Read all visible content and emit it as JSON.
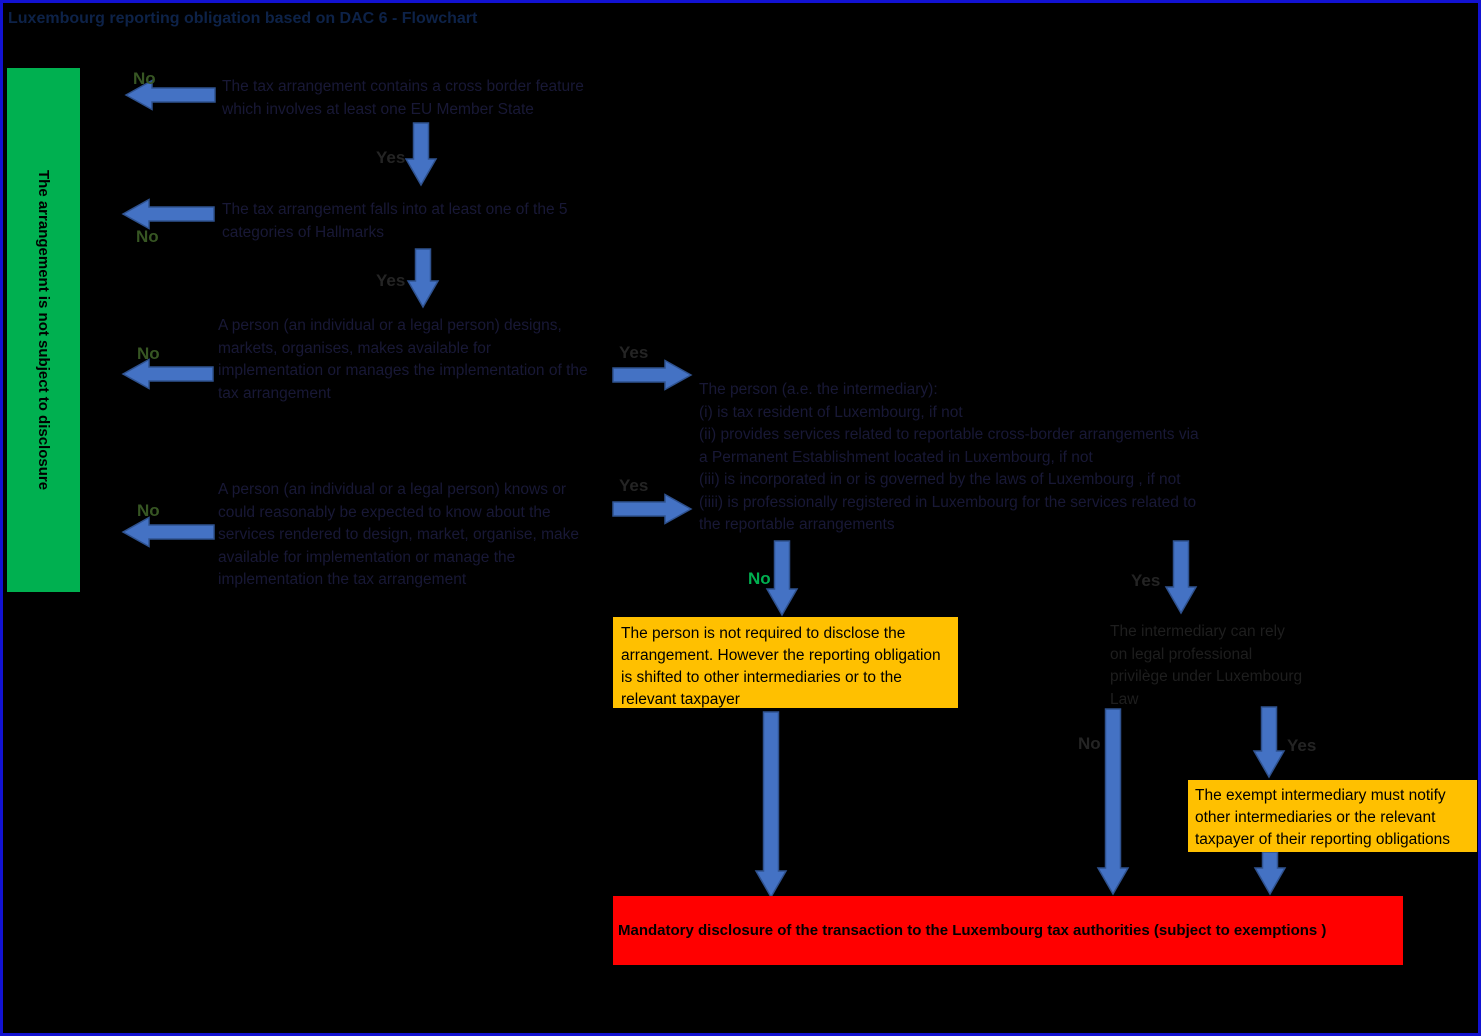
{
  "title": "Luxembourg reporting obligation based on DAC 6 - Flowchart",
  "labels": {
    "yes": "Yes",
    "no": "No"
  },
  "sidebar": {
    "text": "The arrangement is not subject to disclosure"
  },
  "steps": [
    "The tax arrangement contains a cross border feature\nwhich involves at least one EU Member State",
    "The tax arrangement falls into at least one of the 5\ncategories of Hallmarks",
    "A person (an individual or a legal person) designs,\nmarkets, organises, makes available for\nimplementation or manages the implementation of the\ntax arrangement",
    "A person (an individual or a legal person) knows or\ncould reasonably be expected to know about the\nservices rendered to design, market, organise, make\navailable for implementation or manage the\nimplementation the tax arrangement"
  ],
  "intermediary": {
    "criteria": "The person (a.e. the intermediary):\n(i) is tax resident of Luxembourg, if not\n(ii) provides services related to reportable cross-border arrangements via\na Permanent Establishment located in Luxembourg, if not\n(iii) is incorporated in or is governed by the laws of Luxembourg , if not\n(iiii) is professionally registered in Luxembourg  for the services related to\nthe reportable arrangements",
    "privilege": "The intermediary can rely\non legal professional\nprivilège under Luxembourg\nLaw"
  },
  "outcomes": {
    "not_required": "The person is  not required to disclose the\narrangement. However the reporting obligation\nis shifted to other intermediaries or to the\nrelevant taxpayer",
    "notify": "The exempt intermediary must notify\nother intermediaries or the relevant\ntaxpayer of their reporting obligations",
    "mandatory": "Mandatory disclosure of the transaction to the Luxembourg tax authorities (subject to exemptions )"
  },
  "colors": {
    "background": "#000000",
    "border_blue": "#1212d2",
    "green_box": "#00b050",
    "orange_box": "#ffc000",
    "red_box": "#ff0000",
    "arrow_fill": "#4472c4",
    "arrow_stroke": "#2f528f",
    "no_dark_green": "#375623",
    "no_bright_green": "#00b050"
  }
}
